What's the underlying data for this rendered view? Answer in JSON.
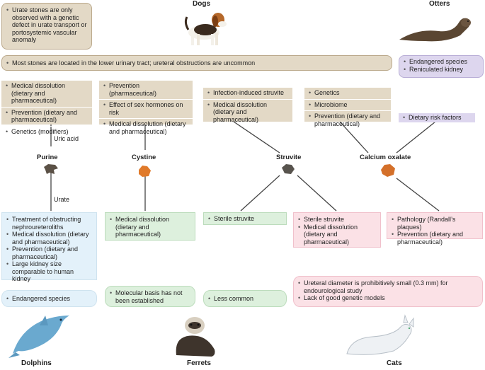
{
  "animals": {
    "dogs": "Dogs",
    "otters": "Otters",
    "dolphins": "Dolphins",
    "ferrets": "Ferrets",
    "cats": "Cats"
  },
  "stones": {
    "purine": "Purine",
    "cystine": "Cystine",
    "struvite": "Struvite",
    "calcium_oxalate": "Calcium oxalate"
  },
  "intermediates": {
    "uric_acid": "Uric acid",
    "urate": "Urate"
  },
  "dog_note": "Urate stones are only observed with a genetic defect in urate transport or portosystemic vascular anomaly",
  "dog_banner": "Most stones are located in the lower urinary tract; ureteral obstructions are uncommon",
  "otter_box": [
    "Endangered species",
    "Reniculated kidney"
  ],
  "dog_purine": [
    "Medical dissolution (dietary and pharmaceutical)",
    "Prevention (dietary and pharmaceutical)",
    "Genetics (modifiers)"
  ],
  "dog_cystine": [
    "Prevention (pharmaceutical)",
    "Effect of sex hormones on risk",
    "Medical dissolution (dietary and pharmaceutical)"
  ],
  "dog_struvite": [
    "Infection-induced struvite",
    "Medical dissolution (dietary and pharmaceutical)"
  ],
  "dog_caox": [
    "Genetics",
    "Microbiome",
    "Prevention (dietary and pharmaceutical)"
  ],
  "otter_caox": [
    "Dietary risk factors"
  ],
  "dolphin_purine": [
    "Treatment of obstructing nephroureteroliths",
    "Medical dissolution (dietary and pharmaceutical)",
    "Prevention (dietary and pharmaceutical)",
    "Large kidney size comparable to human kidney"
  ],
  "ferret_cystine": [
    "Medical dissolution (dietary and pharmaceutical)"
  ],
  "ferret_struvite": [
    "Sterile struvite"
  ],
  "cat_struvite": [
    "Sterile struvite",
    "Medical dissolution (dietary and pharmaceutical)"
  ],
  "cat_caox": [
    "Pathology (Randall’s plaques)",
    "Prevention (dietary and pharmaceutical)"
  ],
  "dolphin_note": [
    "Endangered species"
  ],
  "ferret_note": [
    "Molecular basis has not been established"
  ],
  "ferret_note2": [
    "Less common"
  ],
  "cat_note": [
    "Ureteral diameter is prohibitively small (0.3 mm) for endourological study",
    "Lack of good genetic models"
  ],
  "colors": {
    "tan": "#e3d9c6",
    "purple": "#ddd6ee",
    "blue": "#e3f1fa",
    "green": "#ddf0dd",
    "pink": "#fbe1e6",
    "stone": "#e08a3a"
  }
}
